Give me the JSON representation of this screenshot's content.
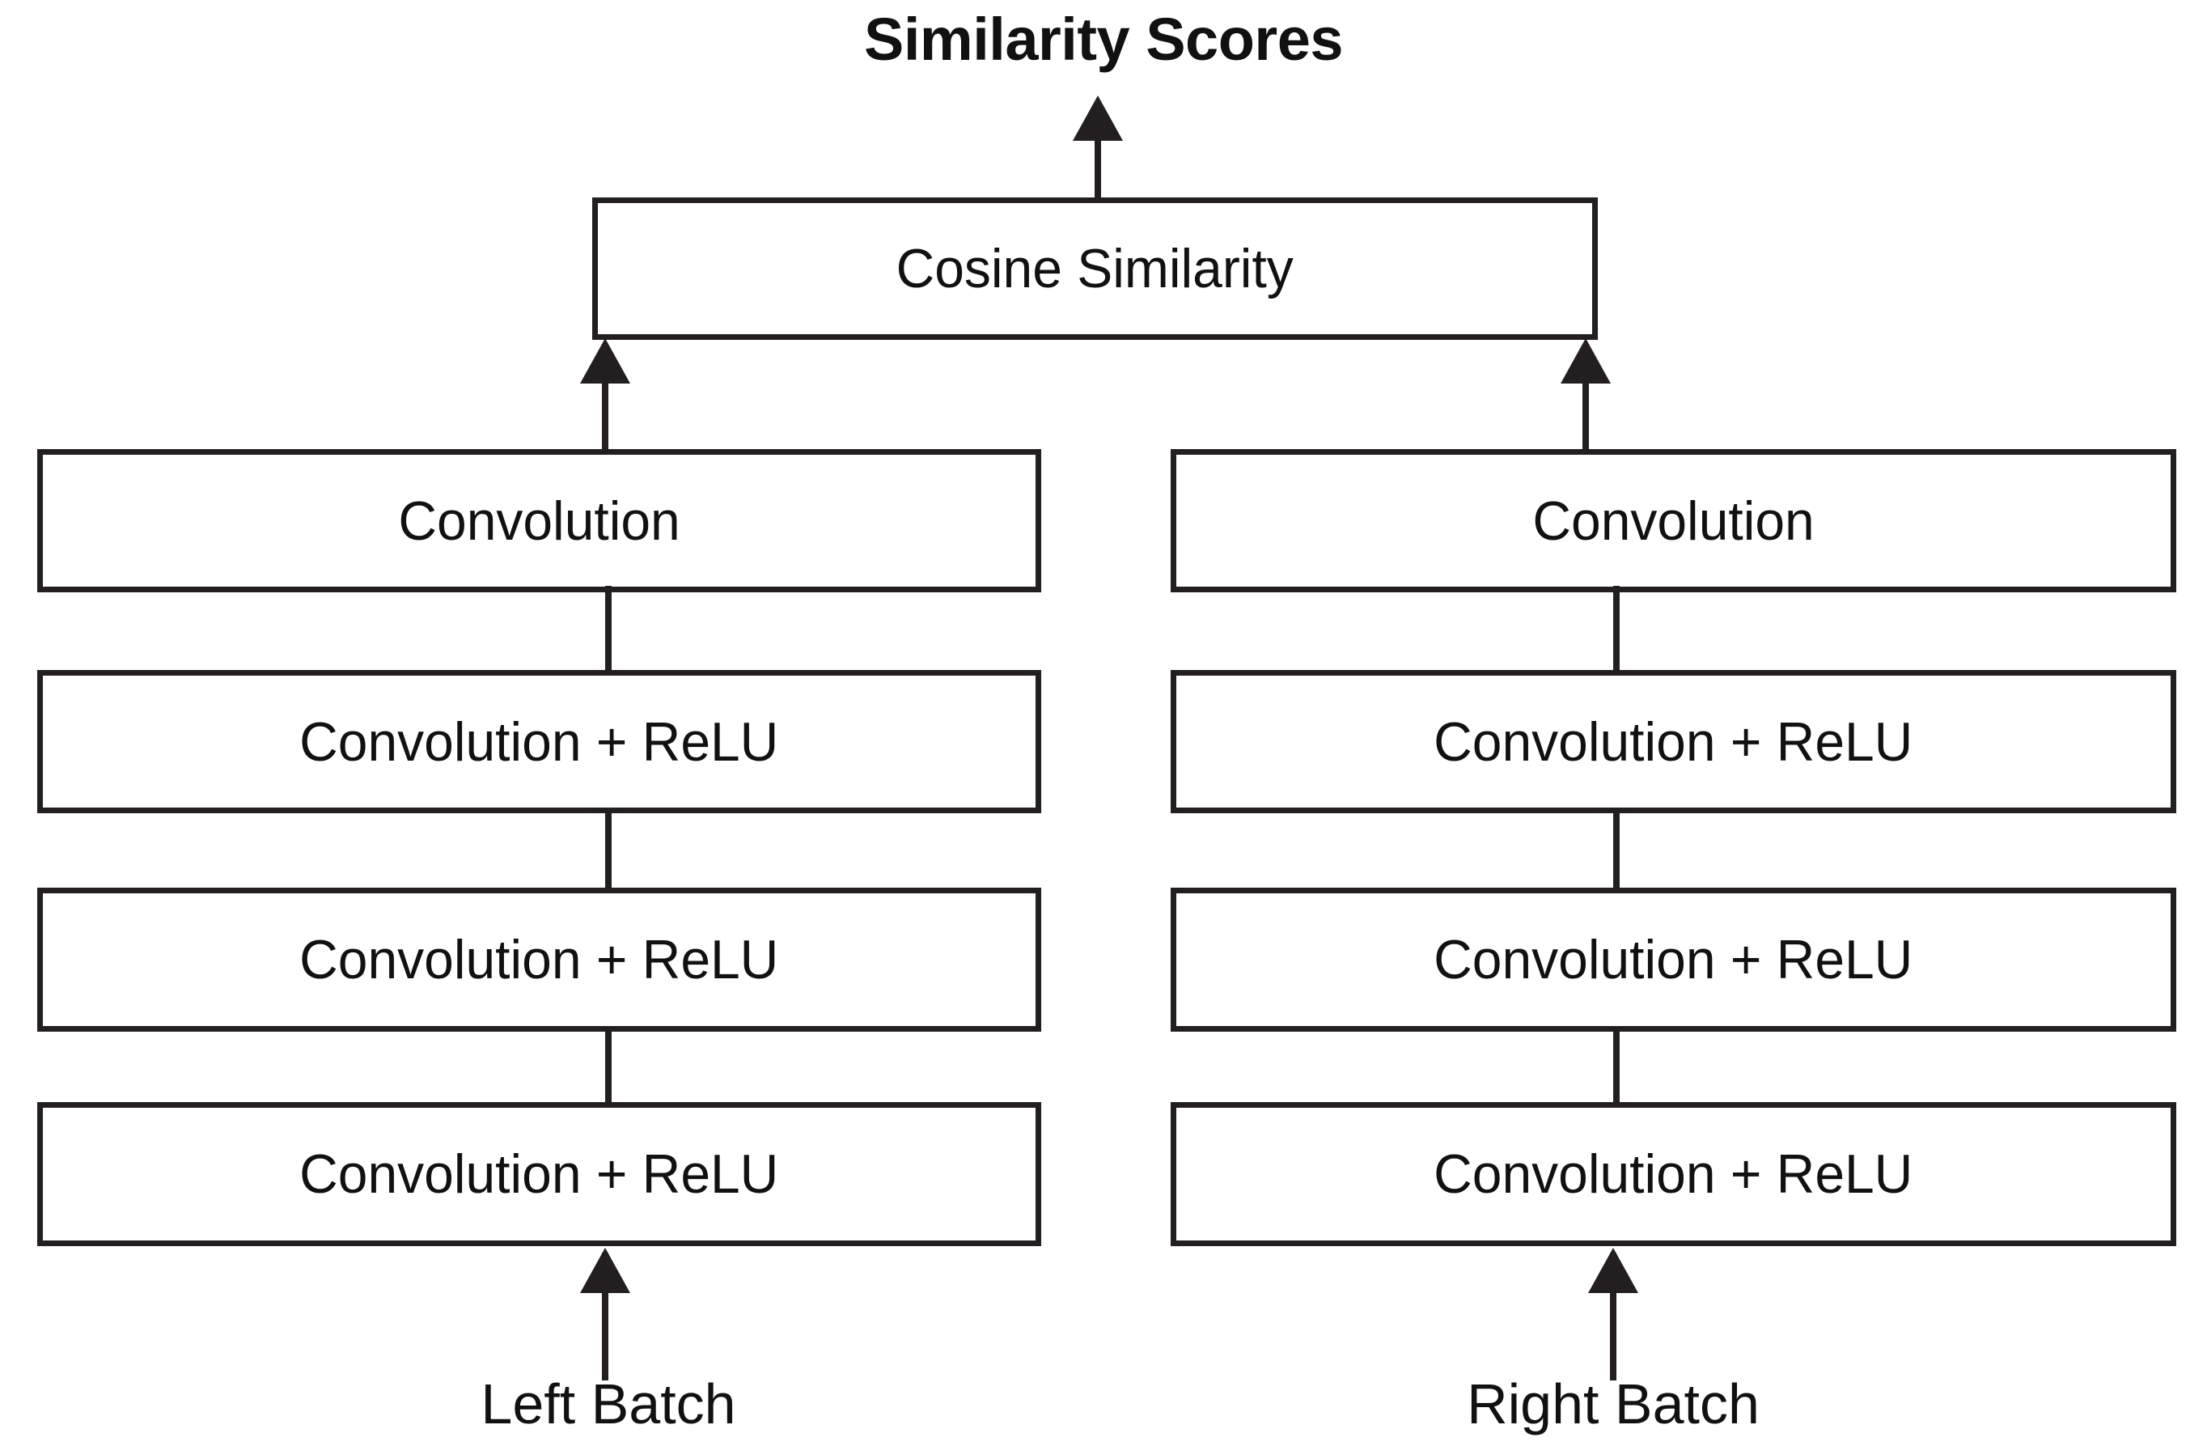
{
  "diagram": {
    "title": "Similarity Scores",
    "merge_node": {
      "label": "Cosine Similarity"
    },
    "left_branch": {
      "input_label": "Left Batch",
      "layers": [
        {
          "label": "Convolution"
        },
        {
          "label": "Convolution + ReLU"
        },
        {
          "label": "Convolution + ReLU"
        },
        {
          "label": "Convolution + ReLU"
        }
      ]
    },
    "right_branch": {
      "input_label": "Right Batch",
      "layers": [
        {
          "label": "Convolution"
        },
        {
          "label": "Convolution + ReLU"
        },
        {
          "label": "Convolution + ReLU"
        },
        {
          "label": "Convolution + ReLU"
        }
      ]
    },
    "colors": {
      "stroke": "#231f20",
      "text": "#111111",
      "background": "#ffffff"
    }
  }
}
